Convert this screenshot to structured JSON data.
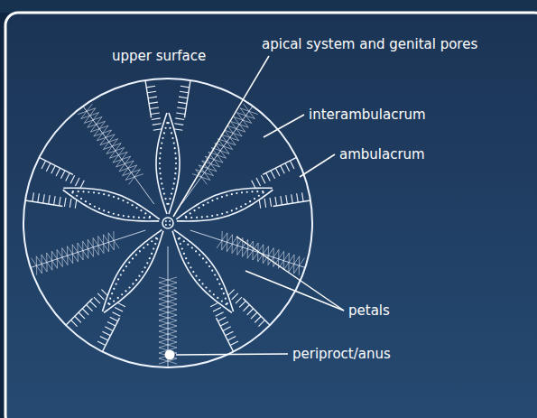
{
  "diagram": {
    "labels": [
      "upper surface",
      "apical system and genital pores",
      "interambulacrum",
      "ambulacrum",
      "petals",
      "periproct/anus"
    ]
  }
}
